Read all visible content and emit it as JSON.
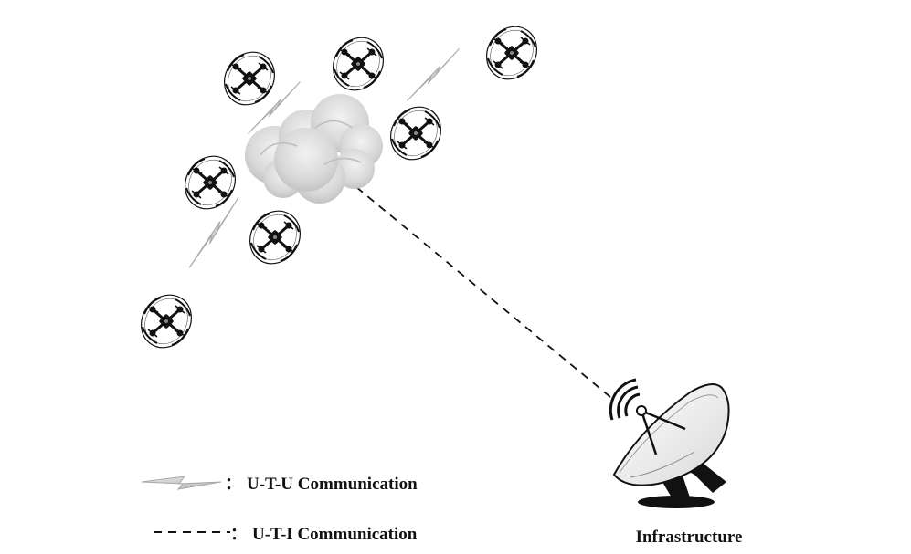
{
  "legend": {
    "utu_label": "U-T-U Communication",
    "uti_label": "U-T-I Communication",
    "separator": "："
  },
  "infrastructure_label": "Infrastructure",
  "colors": {
    "lightning": "#c9c9c9",
    "lightning_stroke": "#a9a9a9",
    "cloud": "#d3d3d3",
    "drone": "#111111",
    "dish": "#f2f2f2",
    "text": "#111111"
  },
  "icons": {
    "drone": "quadcopter-drone-icon",
    "cloud": "cloud-icon",
    "lightning": "lightning-bolt-icon",
    "dish": "satellite-dish-icon"
  }
}
